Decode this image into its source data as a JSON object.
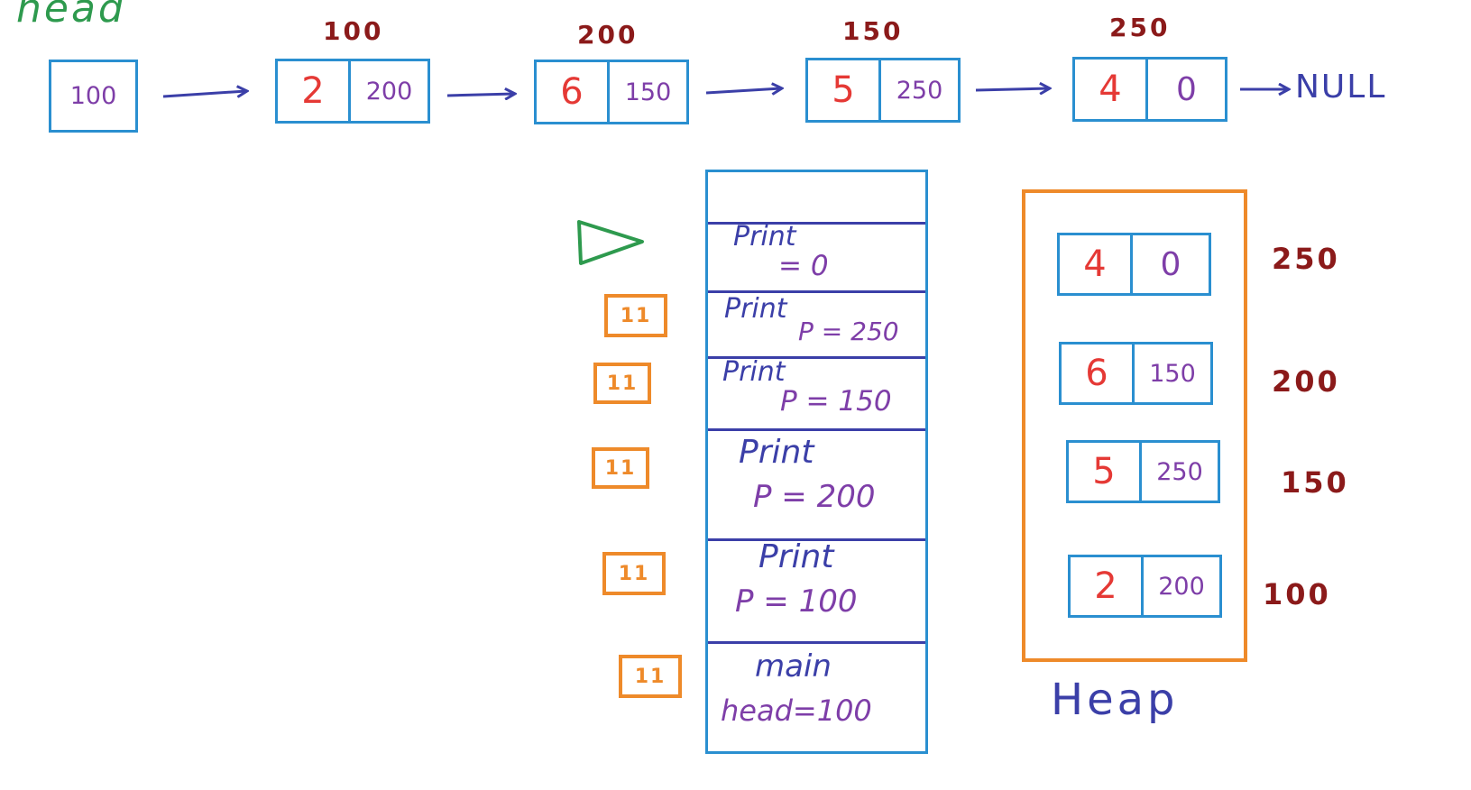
{
  "head_label": "head",
  "head_value": "100",
  "list_nodes": [
    {
      "address": "100",
      "data": "2",
      "next": "200"
    },
    {
      "address": "200",
      "data": "6",
      "next": "150"
    },
    {
      "address": "150",
      "data": "5",
      "next": "250"
    },
    {
      "address": "250",
      "data": "4",
      "next": "0"
    }
  ],
  "null_label": "NULL",
  "stack_frames": [
    {
      "name": "Print",
      "value": "= 0"
    },
    {
      "name": "Print",
      "value": "P = 250"
    },
    {
      "name": "Print",
      "value": "P = 150"
    },
    {
      "name": "Print",
      "value": "P = 200"
    },
    {
      "name": "Print",
      "value": "P = 100"
    },
    {
      "name": "main",
      "value": "head=100"
    }
  ],
  "return_marks": [
    "11",
    "11",
    "11",
    "11",
    "11"
  ],
  "heap_label": "Heap",
  "heap_nodes": [
    {
      "address": "250",
      "data": "4",
      "next": "0"
    },
    {
      "address": "200",
      "data": "6",
      "next": "150"
    },
    {
      "address": "150",
      "data": "5",
      "next": "250"
    },
    {
      "address": "100",
      "data": "2",
      "next": "200"
    }
  ],
  "colors": {
    "box": "#2a8fd0",
    "arrow": "#3b3fa8",
    "data": "#e53935",
    "pointer": "#7e3ea8",
    "address": "#8b1a1a",
    "head": "#2e9a4e",
    "heap_border": "#ee8a2a"
  }
}
